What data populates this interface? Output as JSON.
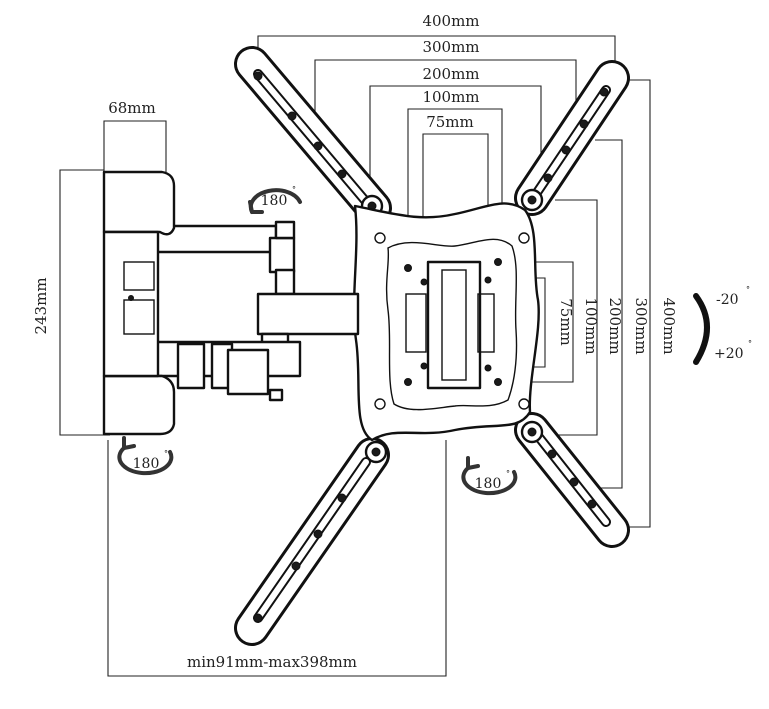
{
  "labels": {
    "width_400": "400mm",
    "width_300": "300mm",
    "width_200": "200mm",
    "width_100": "100mm",
    "width_75": "75mm",
    "height_400": "400mm",
    "height_300": "300mm",
    "height_200": "200mm",
    "height_100": "100mm",
    "height_75": "75mm",
    "wall_plate_width": "68mm",
    "wall_plate_height": "243mm",
    "extension": "min91mm-max398mm",
    "tilt_up": "-20",
    "tilt_down": "+20",
    "swivel_top": "180",
    "swivel_wall": "180",
    "swivel_plate": "180",
    "degree_mark": "°"
  },
  "icons": {
    "swivel": "rotate-180-icon",
    "tilt": "tilt-bracket-icon"
  },
  "colors": {
    "ink": "#111111",
    "background": "#ffffff"
  }
}
